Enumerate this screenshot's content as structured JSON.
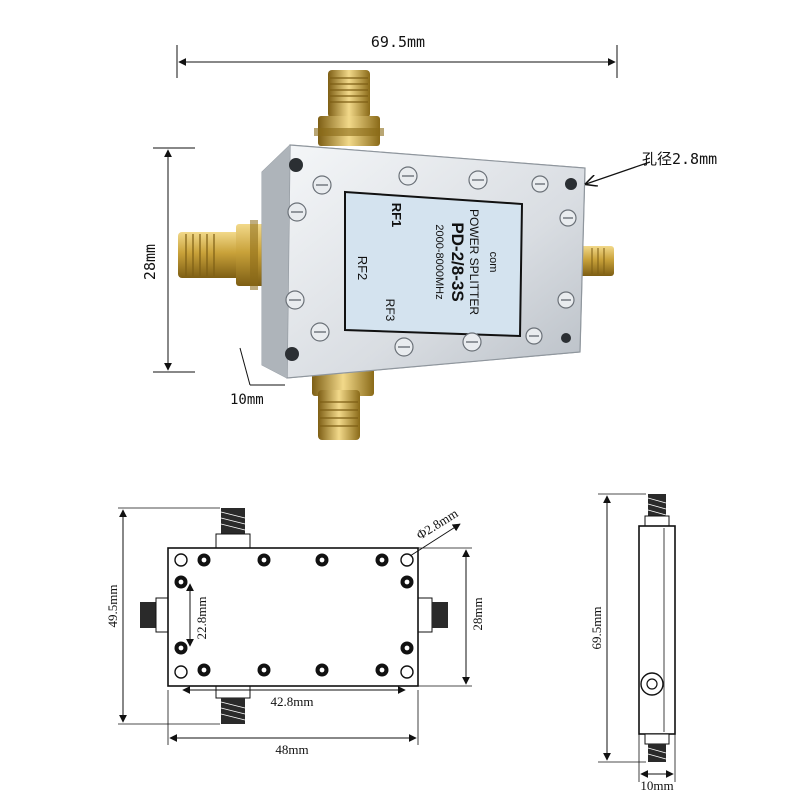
{
  "photo": {
    "width_label": "69.5mm",
    "height_label": "28mm",
    "depth_label": "10mm",
    "hole_label": "孔径2.8mm",
    "plate": {
      "brand": "com",
      "line1": "POWER SPLITTER",
      "model": "PD-2/8-3S",
      "freq": "2000-8000MHz",
      "rf1": "RF1",
      "rf2": "RF2",
      "rf3": "RF3"
    }
  },
  "top_view": {
    "outer_height_label": "49.5mm",
    "hole_spacing_v_label": "22.8mm",
    "body_height_label": "28mm",
    "hole_spacing_h_label": "42.8mm",
    "body_width_label": "48mm",
    "hole_diameter_label": "Φ2.8mm"
  },
  "side_view": {
    "length_label": "69.5mm",
    "thickness_label": "10mm"
  },
  "colors": {
    "brass": "#c9a23a",
    "brass_dark": "#8a6a18",
    "body": "#dfe3e8",
    "plate_bg": "#cfe0ee",
    "ink": "#111111"
  }
}
